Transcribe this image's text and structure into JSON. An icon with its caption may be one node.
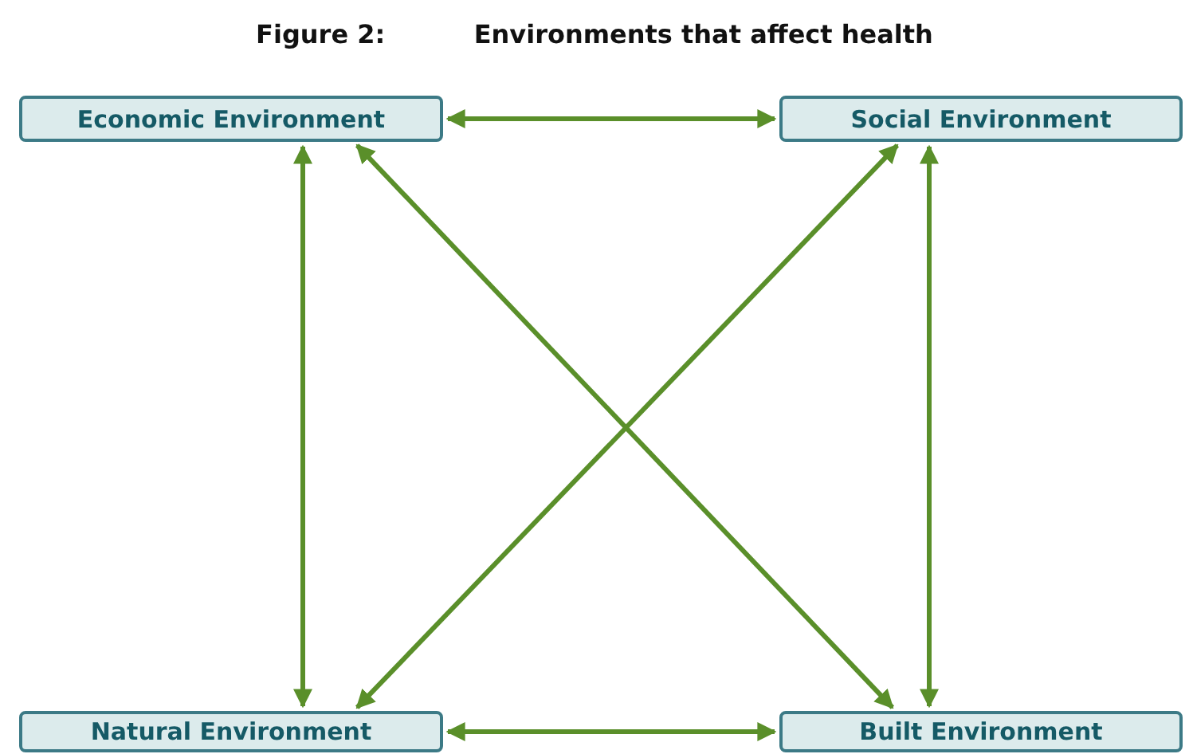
{
  "diagram": {
    "title": "Figure 2:          Environments that affect health",
    "nodes": [
      {
        "text": [
          "Economic Environment"
        ]
      },
      {
        "text": [
          "Social Environment"
        ]
      },
      {
        "text": [
          "Natural Environment"
        ]
      },
      {
        "text": [
          "Built Environment"
        ]
      }
    ],
    "edges": [
      {
        "from": 0,
        "to": 1,
        "arrow": "both"
      },
      {
        "from": 0,
        "to": 2,
        "arrow": "both"
      },
      {
        "from": 0,
        "to": 3,
        "arrow": "both"
      },
      {
        "from": 1,
        "to": 2,
        "arrow": "both"
      },
      {
        "from": 1,
        "to": 3,
        "arrow": "both"
      },
      {
        "from": 2,
        "to": 3,
        "arrow": "both"
      }
    ]
  }
}
